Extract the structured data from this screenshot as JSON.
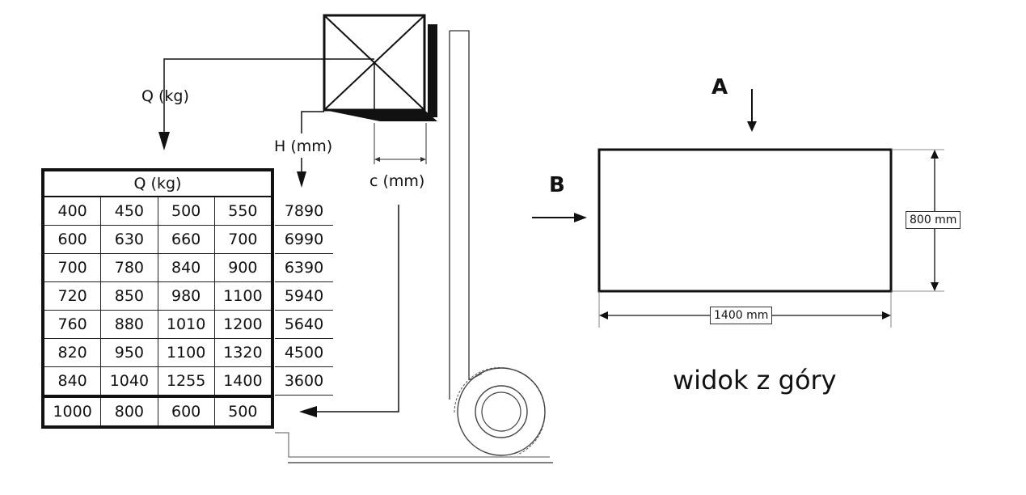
{
  "diagram": {
    "load_label": "Q (kg)",
    "height_label": "H (mm)",
    "offset_label": "c (mm)",
    "arrow_a": "A",
    "arrow_b": "B",
    "width_dim": "800 mm",
    "length_dim": "1400 mm",
    "view_caption": "widok z góry"
  },
  "table": {
    "header": "Q (kg)",
    "rows": [
      [
        "400",
        "450",
        "500",
        "550"
      ],
      [
        "600",
        "630",
        "660",
        "700"
      ],
      [
        "700",
        "780",
        "840",
        "900"
      ],
      [
        "720",
        "850",
        "980",
        "1100"
      ],
      [
        "760",
        "880",
        "1010",
        "1200"
      ],
      [
        "820",
        "950",
        "1100",
        "1320"
      ],
      [
        "840",
        "1040",
        "1255",
        "1400"
      ]
    ],
    "heights": [
      "7890",
      "6990",
      "6390",
      "5940",
      "5640",
      "4500",
      "3600"
    ],
    "c_values": [
      "1000",
      "800",
      "600",
      "500"
    ]
  }
}
